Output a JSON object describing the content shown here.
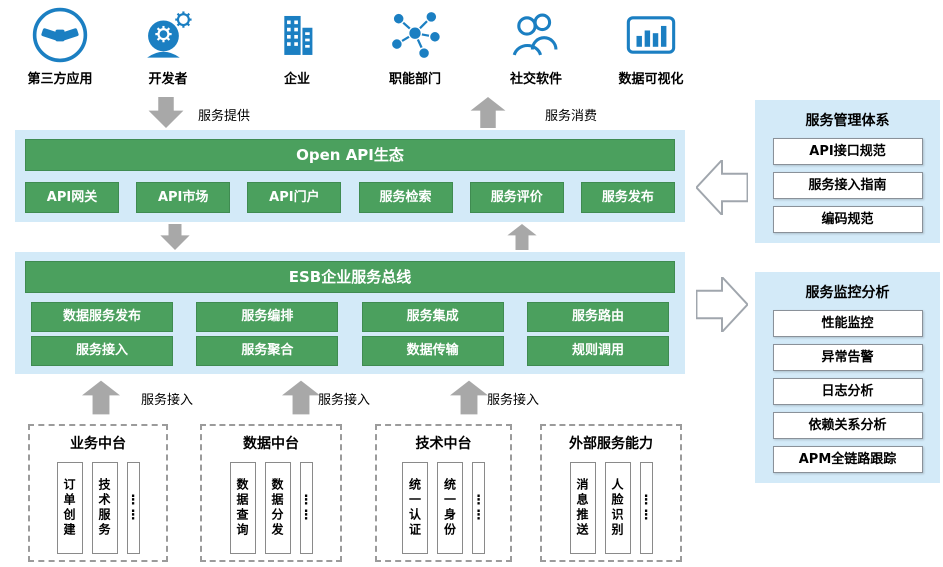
{
  "actors": [
    {
      "label": "第三方应用",
      "icon": "handshake-icon"
    },
    {
      "label": "开发者",
      "icon": "developer-icon"
    },
    {
      "label": "企业",
      "icon": "building-icon"
    },
    {
      "label": "职能部门",
      "icon": "network-icon"
    },
    {
      "label": "社交软件",
      "icon": "people-icon"
    },
    {
      "label": "数据可视化",
      "icon": "bar-chart-icon"
    }
  ],
  "flow_labels": {
    "provide": "服务提供",
    "consume": "服务消费"
  },
  "open_api": {
    "title": "Open API生态",
    "items": [
      "API网关",
      "API市场",
      "API门户",
      "服务检索",
      "服务评价",
      "服务发布"
    ]
  },
  "esb": {
    "title": "ESB企业服务总线",
    "row1": [
      "数据服务发布",
      "服务编排",
      "服务集成",
      "服务路由"
    ],
    "row2": [
      "服务接入",
      "服务聚合",
      "数据传输",
      "规则调用"
    ]
  },
  "access_labels": [
    "服务接入",
    "服务接入",
    "服务接入"
  ],
  "platforms": [
    {
      "title": "业务中台",
      "items": [
        "订单创建",
        "技术服务"
      ],
      "more": "⋮⋮"
    },
    {
      "title": "数据中台",
      "items": [
        "数据查询",
        "数据分发"
      ],
      "more": "⋮⋮"
    },
    {
      "title": "技术中台",
      "items": [
        "统一认证",
        "统一身份"
      ],
      "more": "⋮⋮"
    },
    {
      "title": "外部服务能力",
      "items": [
        "消息推送",
        "人脸识别"
      ],
      "more": "⋮⋮"
    }
  ],
  "management": {
    "title": "服务管理体系",
    "items": [
      "API接口规范",
      "服务接入指南",
      "编码规范"
    ]
  },
  "monitoring": {
    "title": "服务监控分析",
    "items": [
      "性能监控",
      "异常告警",
      "日志分析",
      "依赖关系分析",
      "APM全链路跟踪"
    ]
  },
  "colors": {
    "green": "#4ba05e",
    "panel_blue": "#d3eaf8",
    "icon_blue": "#1b7fc2",
    "arrow_gray": "#a8a8a8"
  }
}
